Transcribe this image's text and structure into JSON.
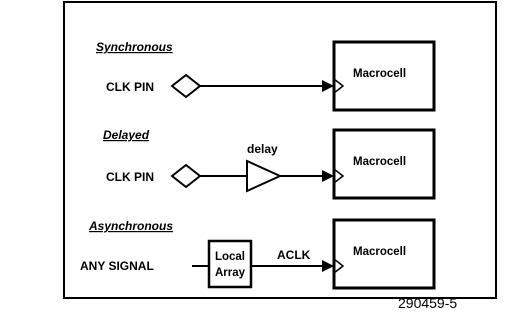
{
  "sections": [
    {
      "title": "Synchronous",
      "source": "CLK PIN",
      "cell": "Macrocell"
    },
    {
      "title": "Delayed",
      "source": "CLK PIN",
      "buffer": "delay",
      "cell": "Macrocell"
    },
    {
      "title": "Asynchronous",
      "source": "ANY SIGNAL",
      "block": [
        "Local",
        "Array"
      ],
      "signal": "ACLK",
      "cell": "Macrocell"
    }
  ],
  "figure_id": "290459-5"
}
